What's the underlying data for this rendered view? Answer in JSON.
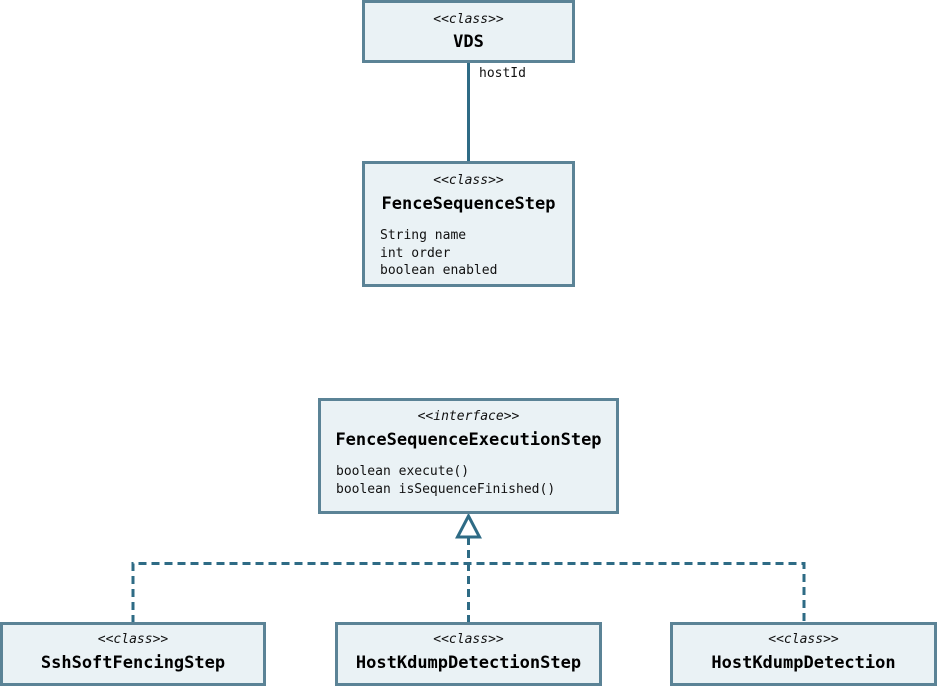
{
  "diagram": {
    "type": "uml-class-diagram",
    "colors": {
      "box_fill": "#eaf2f5",
      "box_border": "#5b8396",
      "connector": "#2e6b85"
    },
    "classes": {
      "vds": {
        "stereotype_open": "<<",
        "stereotype": "class",
        "stereotype_close": ">>",
        "name": "VDS"
      },
      "fence_sequence_step": {
        "stereotype_open": "<<",
        "stereotype": "class",
        "stereotype_close": ">>",
        "name": "FenceSequenceStep",
        "attributes": [
          "String name",
          "int order",
          "boolean enabled"
        ]
      },
      "fence_sequence_execution_step": {
        "stereotype_open": "<<",
        "stereotype": "interface",
        "stereotype_close": ">>",
        "name": "FenceSequenceExecutionStep",
        "methods": [
          "boolean execute()",
          "boolean isSequenceFinished()"
        ]
      },
      "ssh_soft_fencing_step": {
        "stereotype_open": "<<",
        "stereotype": "class",
        "stereotype_close": ">>",
        "name": "SshSoftFencingStep"
      },
      "host_kdump_detection_step": {
        "stereotype_open": "<<",
        "stereotype": "class",
        "stereotype_close": ">>",
        "name": "HostKdumpDetectionStep"
      },
      "host_kdump_detection": {
        "stereotype_open": "<<",
        "stereotype": "class",
        "stereotype_close": ">>",
        "name": "HostKdumpDetection"
      }
    },
    "relationships": {
      "vds_to_fence_sequence_step": {
        "kind": "association",
        "label": "hostId"
      },
      "realizations": {
        "kind": "realization",
        "target": "FenceSequenceExecutionStep",
        "sources": [
          "SshSoftFencingStep",
          "HostKdumpDetectionStep",
          "HostKdumpDetection"
        ]
      }
    }
  }
}
